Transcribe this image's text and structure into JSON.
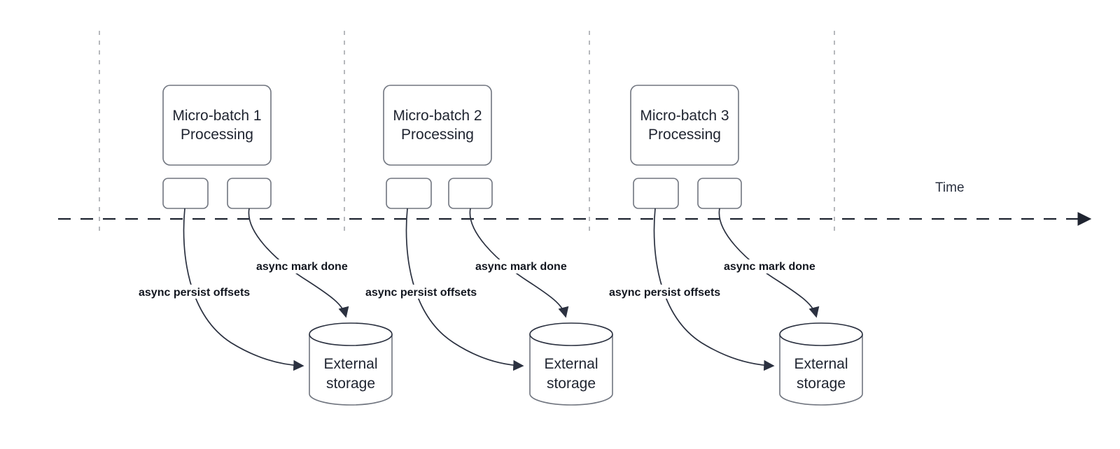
{
  "diagram": {
    "title_text": "",
    "timeline": {
      "axis_label": "Time",
      "axis_color": "#1f2430",
      "tick_color": "#b7b9bd",
      "arrow_direction": "right"
    },
    "colors": {
      "node_stroke": "#70757f",
      "text": "#1f2430",
      "edge_stroke": "#2b3140",
      "background": "#ffffff",
      "dashed_tick": "#b7b9bd"
    },
    "groups": [
      {
        "id": "group-1",
        "process_label_line1": "Micro-batch 1",
        "process_label_line2": "Processing",
        "task_boxes": [
          "",
          ""
        ],
        "storage_label_line1": "External",
        "storage_label_line2": "storage",
        "edge_labels": {
          "persist": "async persist offsets",
          "mark_done": "async mark done"
        }
      },
      {
        "id": "group-2",
        "process_label_line1": "Micro-batch 2",
        "process_label_line2": "Processing",
        "task_boxes": [
          "",
          ""
        ],
        "storage_label_line1": "External",
        "storage_label_line2": "storage",
        "edge_labels": {
          "persist": "async persist offsets",
          "mark_done": "async mark done"
        }
      },
      {
        "id": "group-3",
        "process_label_line1": "Micro-batch 3",
        "process_label_line2": "Processing",
        "task_boxes": [
          "",
          ""
        ],
        "storage_label_line1": "External",
        "storage_label_line2": "storage",
        "edge_labels": {
          "persist": "async persist offsets",
          "mark_done": "async mark done"
        }
      }
    ]
  }
}
